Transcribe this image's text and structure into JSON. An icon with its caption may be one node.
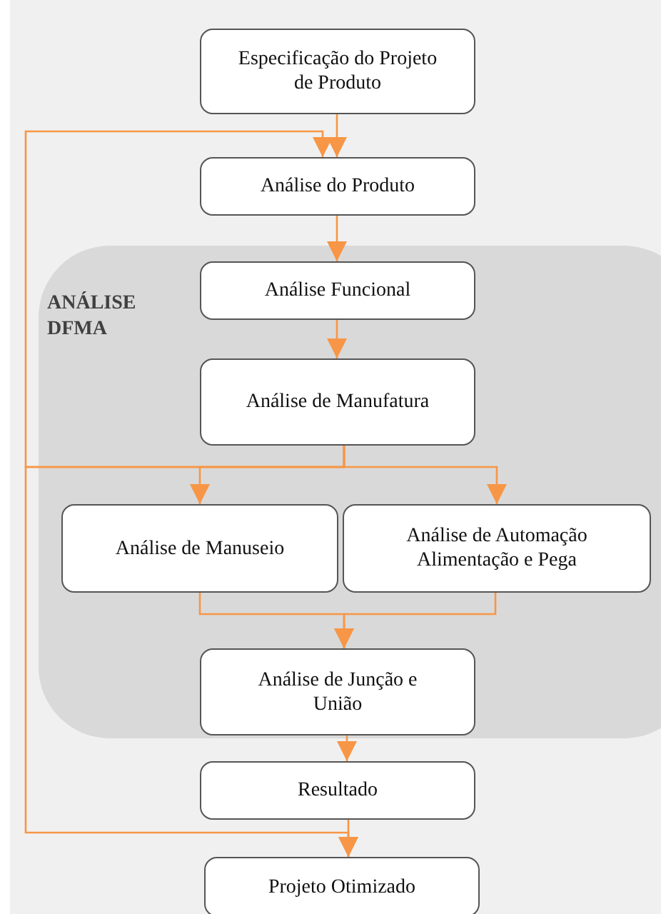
{
  "diagram": {
    "nodes": [
      {
        "text": [
          "Especificação do Projeto de Produto"
        ]
      },
      {
        "text": [
          "Análise do Produto"
        ]
      },
      {
        "text": [
          "ANÁLISE DFMA"
        ]
      },
      {
        "text": [
          "Análise Funcional"
        ],
        "in": 2
      },
      {
        "text": [
          "Análise de Manufatura"
        ],
        "in": 2
      },
      {
        "text": [
          "Análise de Manuseio"
        ],
        "in": 2
      },
      {
        "text": [
          "Análise de Automação Alimentação e Pega"
        ],
        "in": 2
      },
      {
        "text": [
          "Análise de Junção e União"
        ],
        "in": 2
      },
      {
        "text": [
          "Resultado"
        ]
      },
      {
        "text": [
          "Projeto Otimizado"
        ]
      }
    ],
    "edges": [
      {
        "from": 0,
        "to": 1,
        "arrow": "to"
      },
      {
        "from": 1,
        "to": 3,
        "arrow": "to"
      },
      {
        "from": 3,
        "to": 4,
        "arrow": "to"
      },
      {
        "from": 4,
        "to": 5,
        "arrow": "to"
      },
      {
        "from": 4,
        "to": 6,
        "arrow": "to"
      },
      {
        "from": 5,
        "to": 7,
        "arrow": "to"
      },
      {
        "from": 6,
        "to": 7,
        "arrow": "to"
      },
      {
        "from": 7,
        "to": 8,
        "arrow": "to"
      },
      {
        "from": 8,
        "to": 9,
        "arrow": "to"
      },
      {
        "from": 4,
        "to": 1,
        "arrow": "to"
      },
      {
        "from": 4,
        "to": 9,
        "arrow": "to"
      }
    ]
  }
}
